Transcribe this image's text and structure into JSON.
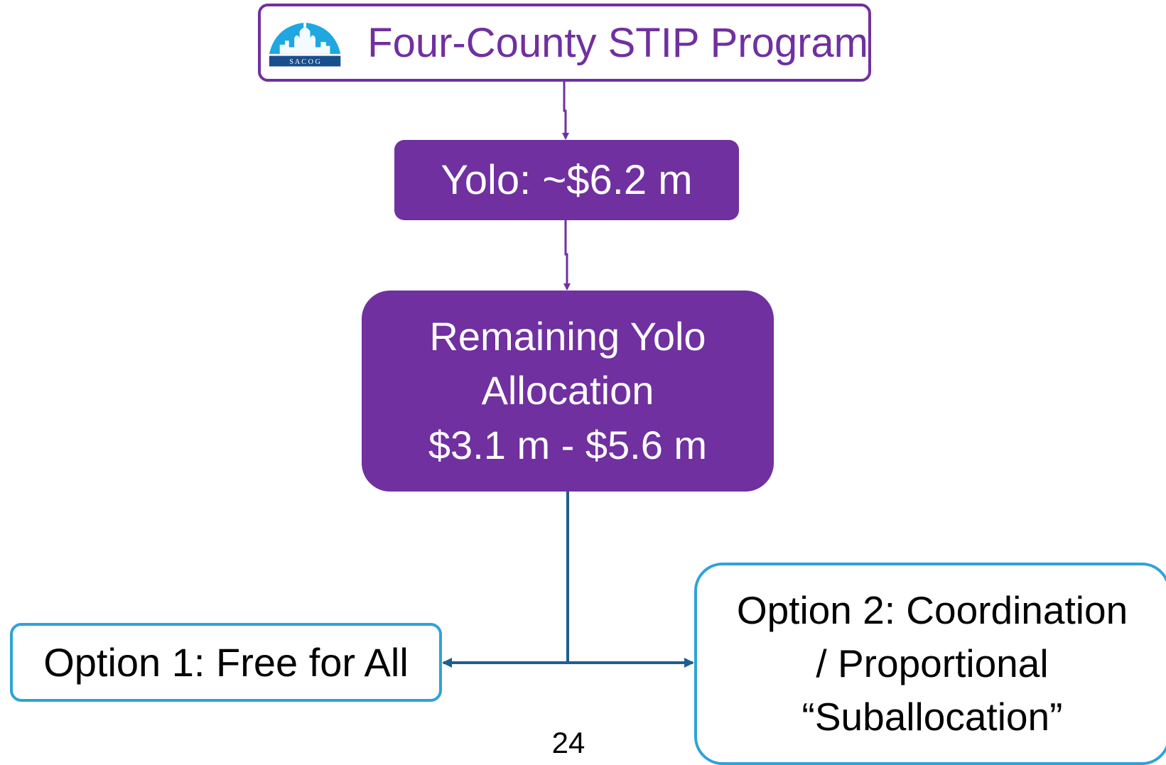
{
  "top_box": {
    "title": "Four-County STIP Program",
    "logo_text": "S A C O G",
    "border_color": "#7030a0",
    "logo_color": "#1fa7e1"
  },
  "yolo_box": {
    "text": "Yolo: ~$6.2 m",
    "fill_color": "#7030a0"
  },
  "remaining_box": {
    "lines": [
      "Remaining Yolo",
      "Allocation",
      "$3.1 m - $5.6 m"
    ],
    "fill_color": "#7030a0"
  },
  "option1": {
    "text": "Option 1: Free for All",
    "border_color": "#2ea3d8"
  },
  "option2": {
    "lines": [
      "Option 2: Coordination",
      "/ Proportional",
      "“Suballocation”"
    ],
    "border_color": "#2ea3d8"
  },
  "connector_colors": {
    "purple": "#7030a0",
    "blue": "#1f5f8b"
  },
  "page_number": "24"
}
